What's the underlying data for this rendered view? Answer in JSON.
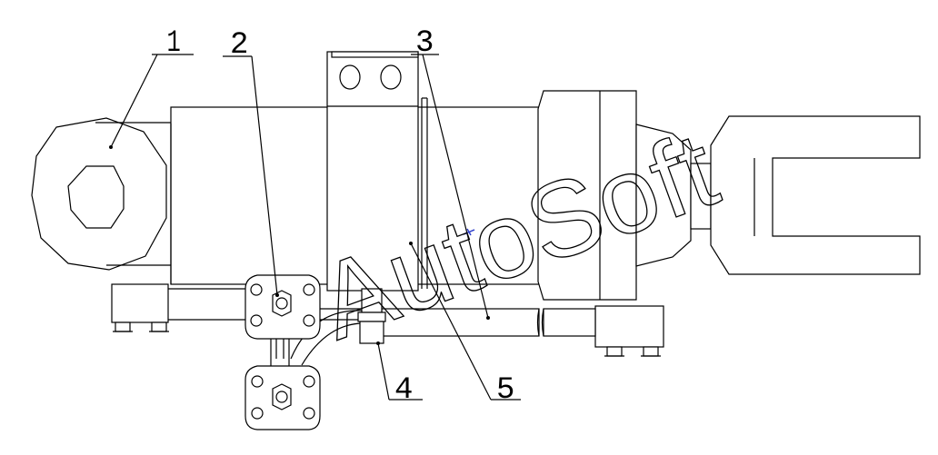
{
  "callouts": [
    {
      "label": "1"
    },
    {
      "label": "2"
    },
    {
      "label": "3"
    },
    {
      "label": "4"
    },
    {
      "label": "5"
    }
  ],
  "watermark": "AutoSoft",
  "colors": {
    "line": "#000000",
    "background": "#ffffff",
    "accent": "#3344cc"
  }
}
